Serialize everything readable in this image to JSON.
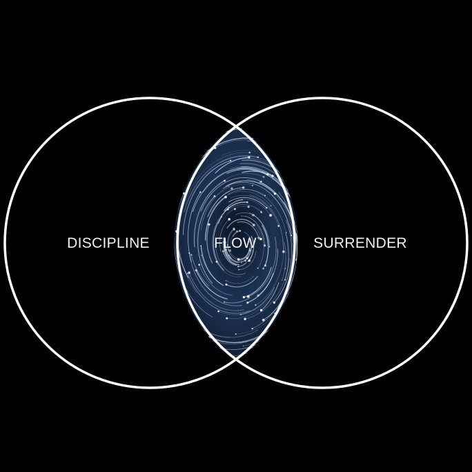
{
  "diagram": {
    "type": "venn",
    "sets": [
      {
        "label": "DISCIPLINE"
      },
      {
        "label": "SURRENDER"
      }
    ],
    "intersection": {
      "label": "FLOW",
      "fill": "swirl-texture"
    }
  },
  "colors": {
    "background": "#000000",
    "circle_stroke": "#ffffff",
    "text": "#f2f2f2",
    "swirl_base": "#0b1526",
    "swirl_mid": "#1d3354",
    "swirl_light": "#cfe0f5"
  }
}
